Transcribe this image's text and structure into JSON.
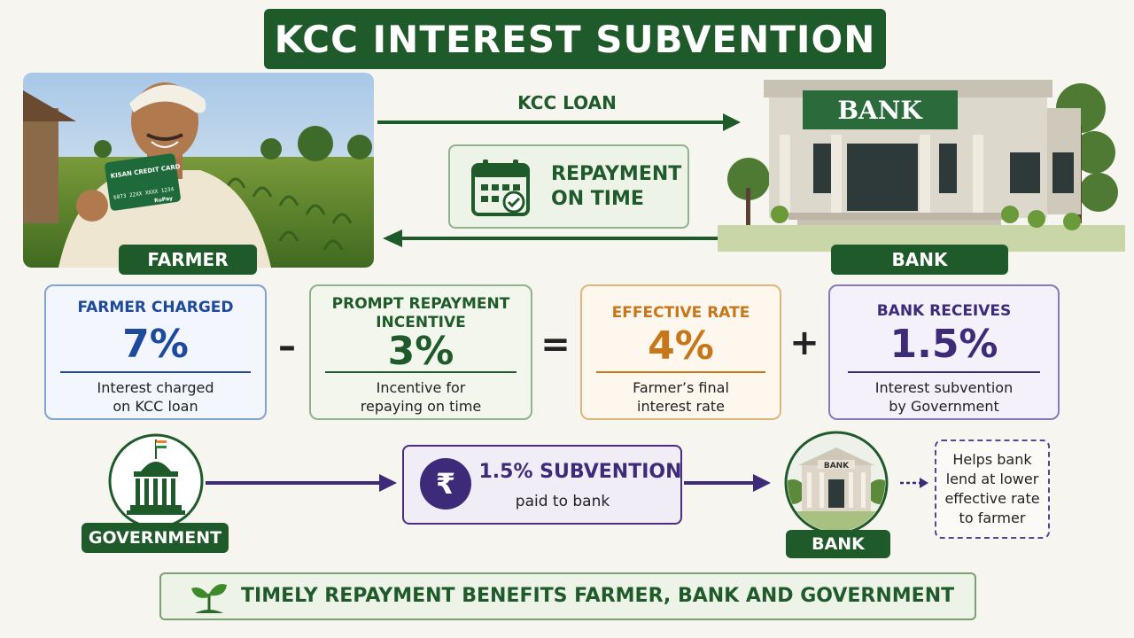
{
  "title": "KCC INTEREST SUBVENTION",
  "top_flow": {
    "farmer_label": "FARMER",
    "bank_label": "BANK",
    "loan_label": "KCC LOAN",
    "repayment_line1": "REPAYMENT",
    "repayment_line2": "ON TIME",
    "card_text": {
      "title": "KISAN CREDIT CARD",
      "number": "6073 22XX XXXX 1234",
      "brand": "RuPay"
    },
    "bank_sign": "BANK"
  },
  "rate_cards": [
    {
      "title": "FARMER CHARGED",
      "value": "7%",
      "desc1": "Interest charged",
      "desc2": "on KCC loan"
    },
    {
      "title": "PROMPT REPAYMENT",
      "title2": "INCENTIVE",
      "value": "3%",
      "desc1": "Incentive for",
      "desc2": "repaying on time"
    },
    {
      "title": "EFFECTIVE RATE",
      "value": "4%",
      "desc1": "Farmer’s final",
      "desc2": "interest rate"
    },
    {
      "title": "BANK RECEIVES",
      "value": "1.5%",
      "desc1": "Interest subvention",
      "desc2": "by Government"
    }
  ],
  "operators": [
    "–",
    "=",
    "+"
  ],
  "bottom_flow": {
    "government_label": "GOVERNMENT",
    "subvention_title": "1.5% SUBVENTION",
    "subvention_sub": "paid to bank",
    "rupee_symbol": "₹",
    "bank_label": "BANK",
    "bank_sign": "BANK",
    "helps_text": "Helps bank lend at lower effective rate to farmer"
  },
  "footer": "TIMELY REPAYMENT BENEFITS FARMER, BANK AND GOVERNMENT",
  "colors": {
    "green": "#1f5a2a",
    "blue": "#1d4a9a",
    "orange": "#c8761a",
    "purple": "#3d2a78"
  }
}
